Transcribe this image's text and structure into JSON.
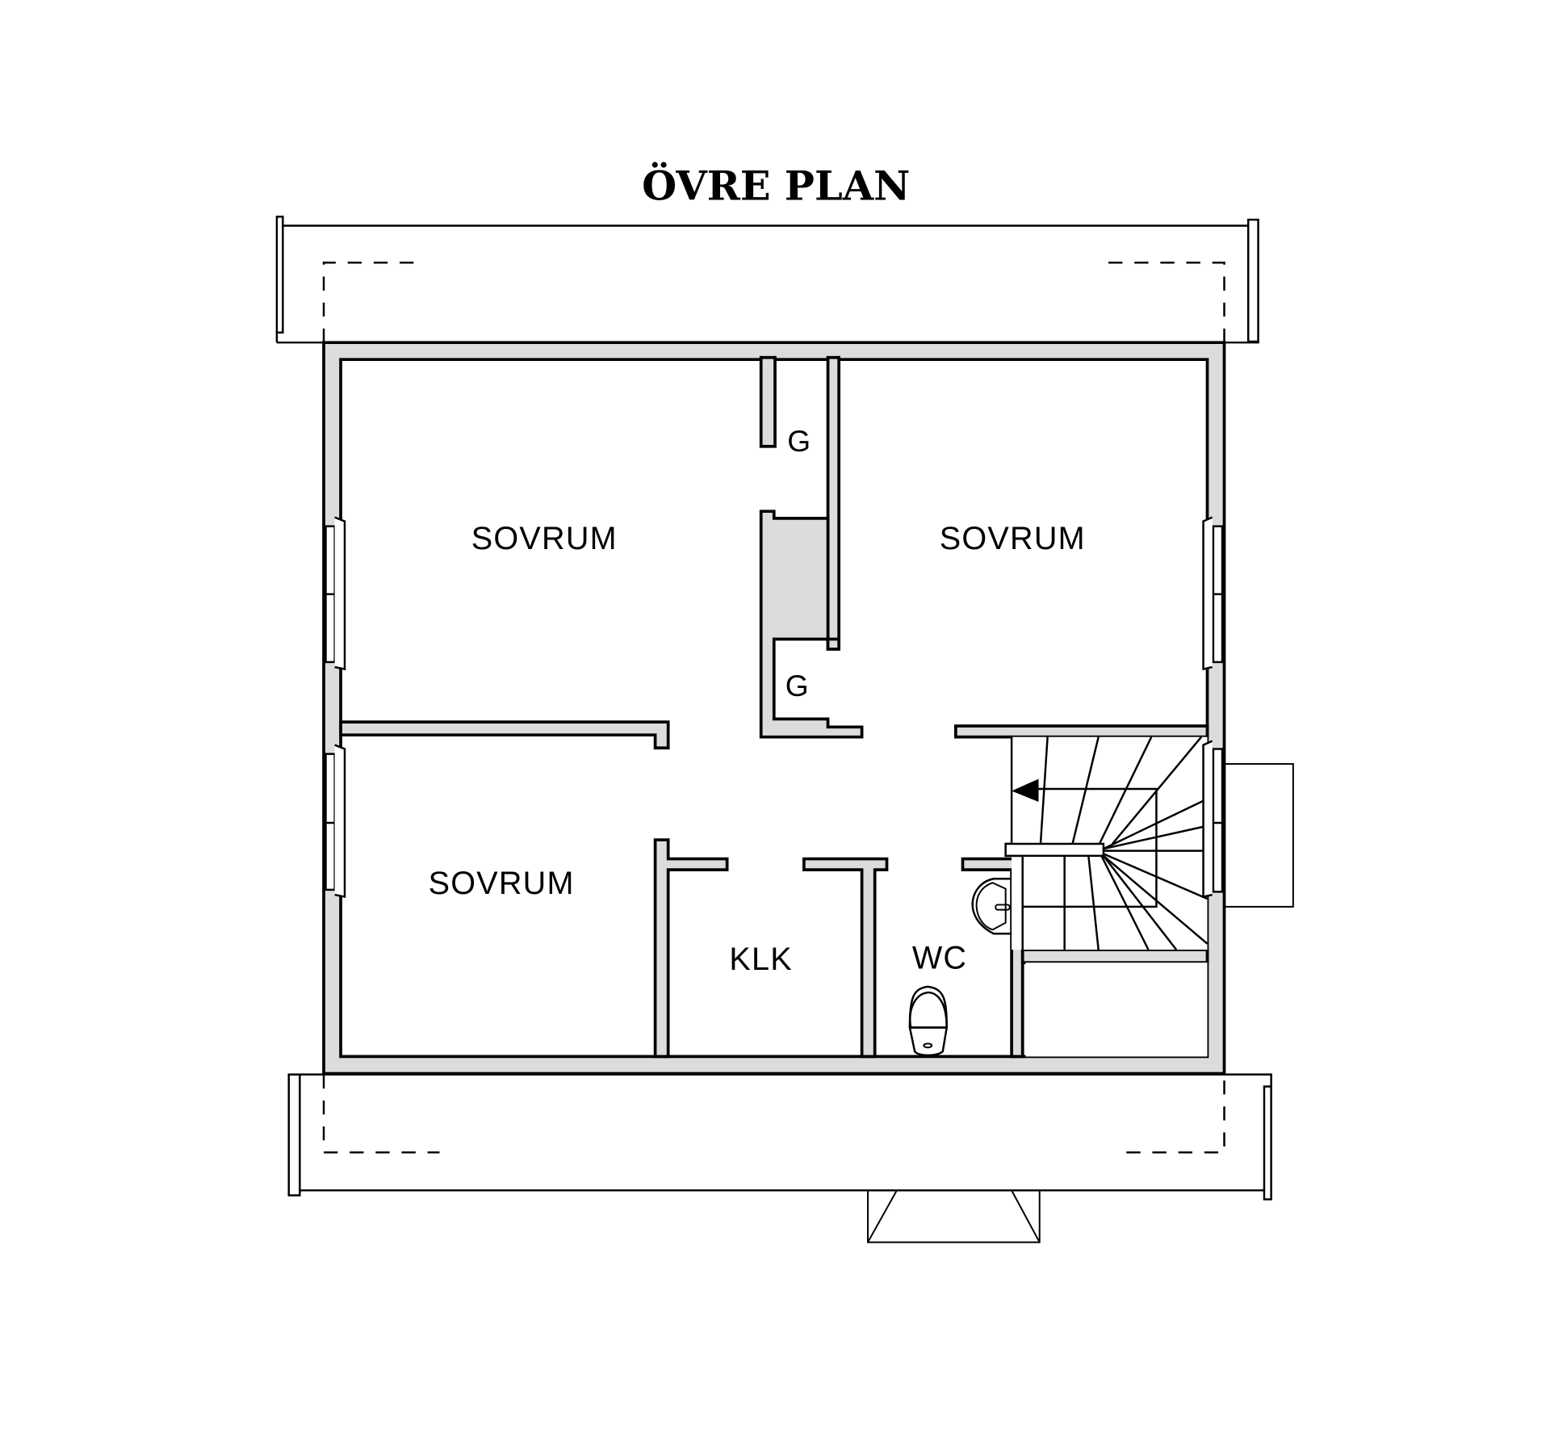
{
  "plan": {
    "title": "ÖVRE PLAN",
    "rooms": {
      "bedroom_top_left": "SOVRUM",
      "bedroom_top_right": "SOVRUM",
      "bedroom_bottom_left": "SOVRUM",
      "closet_top": "G",
      "closet_bottom": "G",
      "walk_in_closet": "KLK",
      "toilet": "WC"
    },
    "colors": {
      "wall_fill": "#dcdcdc",
      "line": "#000000",
      "background": "#ffffff"
    }
  }
}
